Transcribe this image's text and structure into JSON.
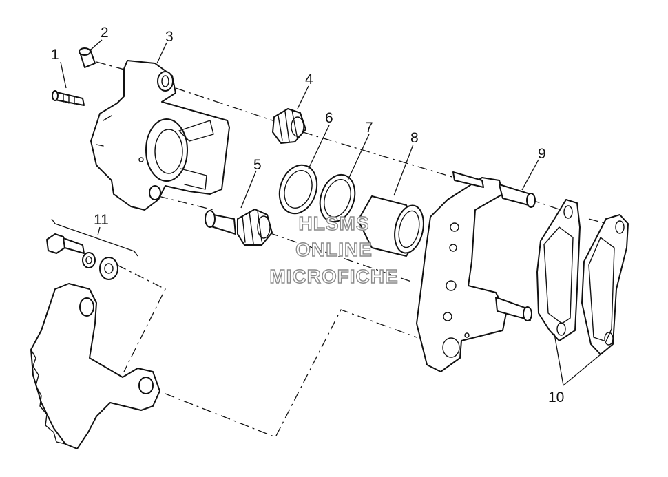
{
  "callouts": [
    "1",
    "2",
    "3",
    "4",
    "5",
    "6",
    "7",
    "8",
    "9",
    "10",
    "11"
  ],
  "watermark": {
    "line1": "HLSMS",
    "line2": "ONLINE",
    "line3": "MICROFICHE"
  },
  "colors": {
    "line": "#111111",
    "watermark_stroke": "#8a8a8a",
    "background": "#ffffff"
  }
}
